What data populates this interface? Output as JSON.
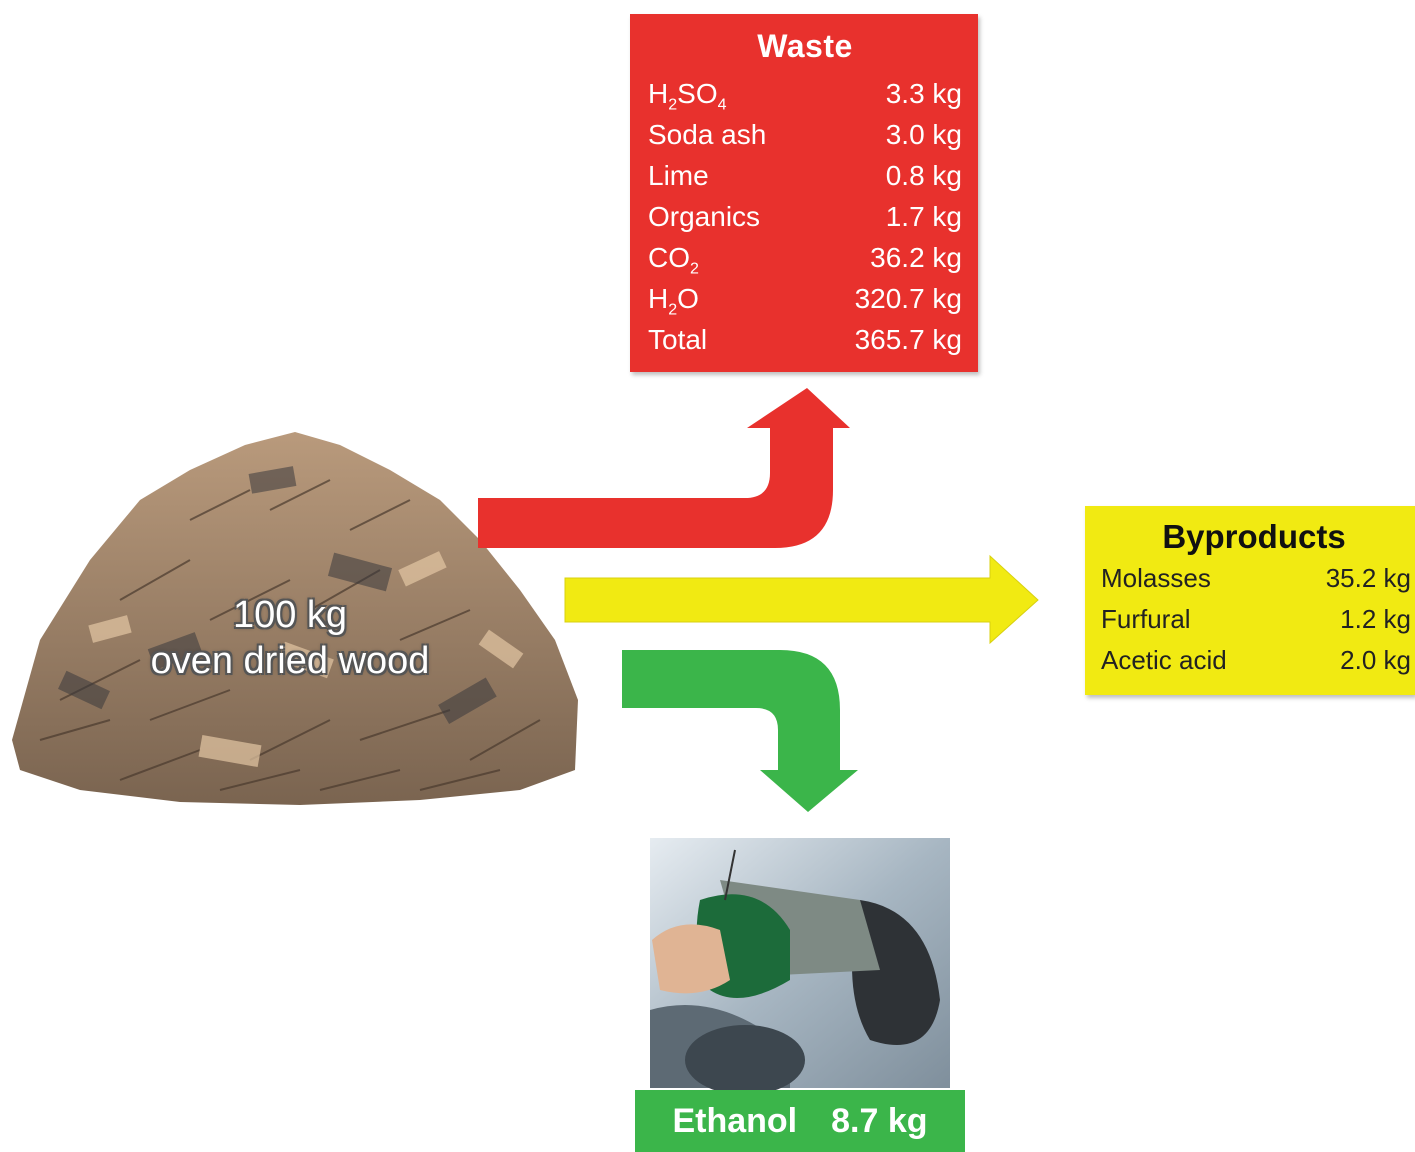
{
  "feedstock": {
    "amount": "100 kg",
    "description": "oven dried wood"
  },
  "waste": {
    "title": "Waste",
    "color": "#e8312d",
    "rows": [
      {
        "label_html": "H<sub>2</sub>SO<sub>4</sub>",
        "label": "H2SO4",
        "value": "3.3 kg"
      },
      {
        "label_html": "Soda ash",
        "label": "Soda ash",
        "value": "3.0 kg"
      },
      {
        "label_html": "Lime",
        "label": "Lime",
        "value": "0.8 kg"
      },
      {
        "label_html": "Organics",
        "label": "Organics",
        "value": "1.7 kg"
      },
      {
        "label_html": "CO<sub>2</sub>",
        "label": "CO2",
        "value": "36.2 kg"
      },
      {
        "label_html": "H<sub>2</sub>O",
        "label": "H2O",
        "value": "320.7 kg"
      },
      {
        "label_html": "Total",
        "label": "Total",
        "value": "365.7 kg"
      }
    ]
  },
  "byproducts": {
    "title": "Byproducts",
    "color": "#f1ea12",
    "rows": [
      {
        "label": "Molasses",
        "value": "35.2 kg"
      },
      {
        "label": "Furfural",
        "value": "1.2 kg"
      },
      {
        "label": "Acetic acid",
        "value": "2.0 kg"
      }
    ]
  },
  "ethanol": {
    "label": "Ethanol",
    "value": "8.7 kg",
    "color": "#3bb54a"
  },
  "arrows": {
    "waste_color": "#e8312d",
    "byproducts_color": "#f1ea12",
    "ethanol_color": "#3bb54a"
  }
}
